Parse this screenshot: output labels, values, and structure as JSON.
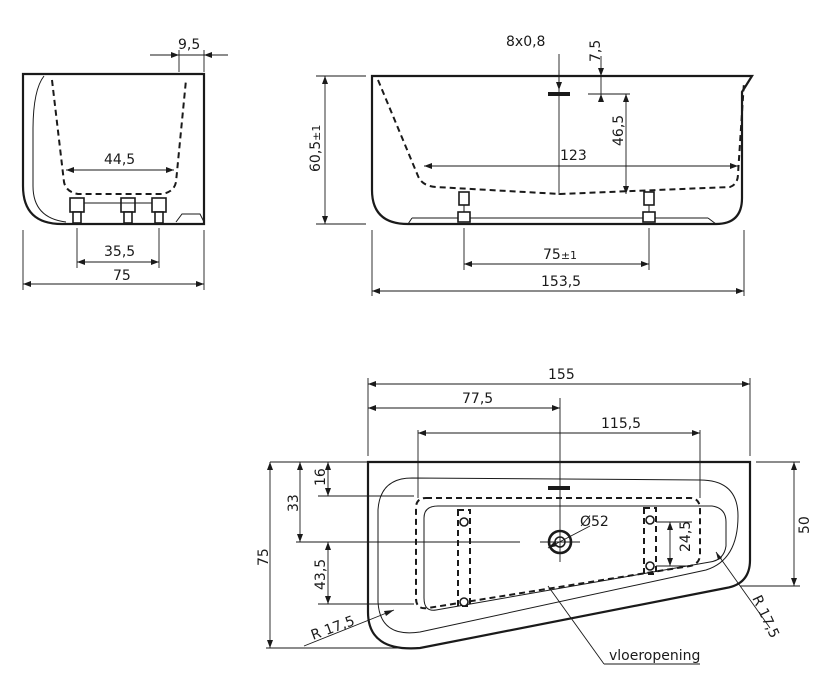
{
  "side_view": {
    "dim_top": "9,5",
    "dim_inner": "44,5",
    "dim_feet": "35,5",
    "dim_width": "75"
  },
  "front_view": {
    "dim_drain": "8x0,8",
    "dim_rim_drop": "7,5",
    "dim_height": "60,5",
    "dim_height_tol": "±1",
    "dim_inner_depth": "46,5",
    "dim_inner_length": "123",
    "dim_feet_distance": "75",
    "dim_feet_tol": "±1",
    "dim_length": "153,5"
  },
  "top_view": {
    "dim_total_length": "155",
    "dim_drain_offset": "77,5",
    "dim_opening_length": "115,5",
    "dim_16": "16",
    "dim_33": "33",
    "dim_43_5": "43,5",
    "dim_75": "75",
    "dim_50": "50",
    "dim_24_5": "24,5",
    "dim_drain_diameter": "Ø52",
    "radius_left": "R 17,5",
    "radius_right": "R 17,5",
    "label_floor_opening": "vloeropening"
  }
}
